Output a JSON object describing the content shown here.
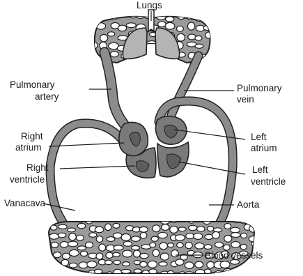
{
  "labels": {
    "lungs": "Lungs",
    "pulmonary_artery_line1": "Pulmonary",
    "pulmonary_artery_line2": "artery",
    "pulmonary_vein_line1": "Pulmonary",
    "pulmonary_vein_line2": "vein",
    "right_atrium_line1": "Right",
    "right_atrium_line2": "atrium",
    "right_ventricle_line1": "Right",
    "right_ventricle_line2": "ventricle",
    "left_atrium_line1": "Left",
    "left_atrium_line2": "atrium",
    "left_ventricle_line1": "Left",
    "left_ventricle_line2": "ventricle",
    "vanacava": "Vanacava",
    "aorta": "Aorta",
    "blood_vessels": "Blood vessels"
  },
  "colors": {
    "vessel_fill": "#8c8c8c",
    "vessel_outline": "#222222",
    "lung_fill": "#b4b4b4",
    "heart_fill": "#7a7a7a",
    "capillary_bed": "#9a9a9a",
    "text": "#1a1a1a"
  }
}
